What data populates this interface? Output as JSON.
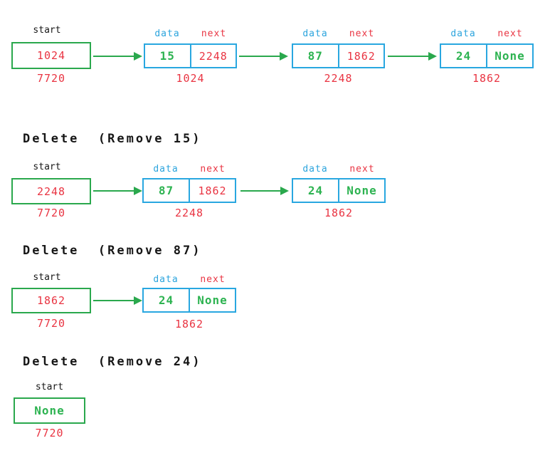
{
  "colors": {
    "box_border_green": "#2aa84d",
    "node_border_cyan": "#29a7e0",
    "data_value_green": "#2db351",
    "pointer_red": "#e93442",
    "data_label_cyan": "#2ba4dd",
    "heading_black": "#161616"
  },
  "rows": [
    {
      "start": {
        "label": "start",
        "value": "1024",
        "address": "7720"
      },
      "nodes": [
        {
          "data_label": "data",
          "next_label": "next",
          "data": "15",
          "next": "2248",
          "address": "1024"
        },
        {
          "data_label": "data",
          "next_label": "next",
          "data": "87",
          "next": "1862",
          "address": "2248"
        },
        {
          "data_label": "data",
          "next_label": "next",
          "data": "24",
          "next": "None",
          "address": "1862"
        }
      ]
    },
    {
      "heading": "Delete  (Remove 15)",
      "start": {
        "label": "start",
        "value": "2248",
        "address": "7720"
      },
      "nodes": [
        {
          "data_label": "data",
          "next_label": "next",
          "data": "87",
          "next": "1862",
          "address": "2248"
        },
        {
          "data_label": "data",
          "next_label": "next",
          "data": "24",
          "next": "None",
          "address": "1862"
        }
      ]
    },
    {
      "heading": "Delete  (Remove 87)",
      "start": {
        "label": "start",
        "value": "1862",
        "address": "7720"
      },
      "nodes": [
        {
          "data_label": "data",
          "next_label": "next",
          "data": "24",
          "next": "None",
          "address": "1862"
        }
      ]
    },
    {
      "heading": "Delete  (Remove 24)",
      "start": {
        "label": "start",
        "value": "None",
        "address": "7720"
      },
      "nodes": []
    }
  ]
}
